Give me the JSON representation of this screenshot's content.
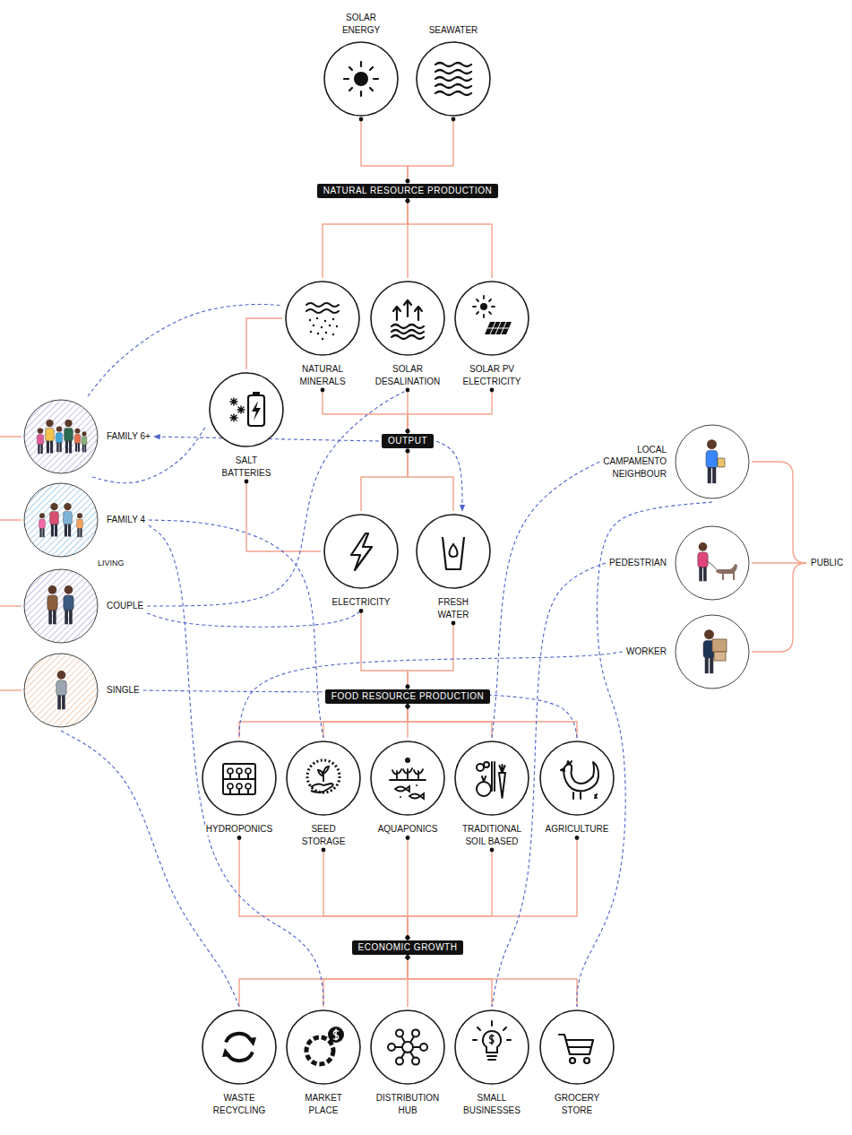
{
  "diagram": {
    "nodes": [
      {
        "text": [
          "SOLAR ENERGY"
        ]
      },
      {
        "text": [
          "SEAWATER"
        ]
      },
      {
        "text": [
          "NATURAL RESOURCE PRODUCTION"
        ]
      },
      {
        "text": [
          "NATURAL MINERALS"
        ]
      },
      {
        "text": [
          "SOLAR DESALINATION"
        ]
      },
      {
        "text": [
          "SOLAR PV ELECTRICITY"
        ]
      },
      {
        "text": [
          "FAMILY 6+"
        ]
      },
      {
        "text": [
          "SALT BATTERIES"
        ]
      },
      {
        "text": [
          "OUTPUT"
        ]
      },
      {
        "text": [
          "LOCAL CAMPAMENTO NEIGHBOUR"
        ]
      },
      {
        "text": [
          "FAMILY 4"
        ]
      },
      {
        "text": [
          "ELECTRICITY"
        ]
      },
      {
        "text": [
          "FRESH WATER"
        ]
      },
      {
        "text": [
          "PEDESTRIAN"
        ]
      },
      {
        "text": [
          "COUPLE"
        ]
      },
      {
        "text": [
          "WORKER"
        ]
      },
      {
        "text": [
          "SINGLE"
        ]
      },
      {
        "text": [
          "FOOD RESOURCE PRODUCTION"
        ]
      },
      {
        "text": [
          "HYDROPONICS"
        ]
      },
      {
        "text": [
          "SEED STORAGE"
        ]
      },
      {
        "text": [
          "AQUAPONICS"
        ]
      },
      {
        "text": [
          "TRADITIONAL SOIL BASED"
        ]
      },
      {
        "text": [
          "AGRICULTURE"
        ]
      },
      {
        "text": [
          "ECONOMIC GROWTH"
        ]
      },
      {
        "text": [
          "WASTE RECYCLING"
        ]
      },
      {
        "text": [
          "MARKET PLACE"
        ]
      },
      {
        "text": [
          "DISTRIBUTION HUB"
        ]
      },
      {
        "text": [
          "SMALL BUSINESSES"
        ]
      },
      {
        "text": [
          "GROCERY STORE"
        ]
      }
    ],
    "edges": [
      {
        "from": 0,
        "to": 2,
        "arrow": "none"
      },
      {
        "from": 1,
        "to": 2,
        "arrow": "none"
      },
      {
        "from": 2,
        "to": 3,
        "arrow": "none"
      },
      {
        "from": 2,
        "to": 4,
        "arrow": "none"
      },
      {
        "from": 2,
        "to": 5,
        "arrow": "none"
      },
      {
        "from": 3,
        "to": 8,
        "arrow": "none"
      },
      {
        "from": 4,
        "to": 8,
        "arrow": "none"
      },
      {
        "from": 5,
        "to": 8,
        "arrow": "none"
      },
      {
        "from": 3,
        "to": 7,
        "arrow": "none"
      },
      {
        "from": 7,
        "to": 11,
        "arrow": "none"
      },
      {
        "from": 8,
        "to": 11,
        "arrow": "none"
      },
      {
        "from": 8,
        "to": 12,
        "arrow": "none"
      },
      {
        "from": 11,
        "to": 17,
        "arrow": "none"
      },
      {
        "from": 12,
        "to": 17,
        "arrow": "none"
      },
      {
        "from": 17,
        "to": 18,
        "arrow": "none"
      },
      {
        "from": 17,
        "to": 19,
        "arrow": "none"
      },
      {
        "from": 17,
        "to": 20,
        "arrow": "none"
      },
      {
        "from": 17,
        "to": 21,
        "arrow": "none"
      },
      {
        "from": 17,
        "to": 22,
        "arrow": "none"
      },
      {
        "from": 18,
        "to": 23,
        "arrow": "none"
      },
      {
        "from": 19,
        "to": 23,
        "arrow": "none"
      },
      {
        "from": 20,
        "to": 23,
        "arrow": "none"
      },
      {
        "from": 21,
        "to": 23,
        "arrow": "none"
      },
      {
        "from": 22,
        "to": 23,
        "arrow": "none"
      },
      {
        "from": 23,
        "to": 24,
        "arrow": "none"
      },
      {
        "from": 23,
        "to": 25,
        "arrow": "none"
      },
      {
        "from": 23,
        "to": 26,
        "arrow": "none"
      },
      {
        "from": 23,
        "to": 27,
        "arrow": "none"
      },
      {
        "from": 23,
        "to": 28,
        "arrow": "none"
      },
      {
        "from": 8,
        "to": 6,
        "arrow": "to"
      },
      {
        "from": 8,
        "to": 12,
        "arrow": "to"
      },
      {
        "from": 6,
        "to": 3,
        "arrow": "none"
      },
      {
        "from": 6,
        "to": 7,
        "arrow": "none"
      },
      {
        "from": 14,
        "to": 4,
        "arrow": "none"
      },
      {
        "from": 14,
        "to": 11,
        "arrow": "none"
      },
      {
        "from": 10,
        "to": 19,
        "arrow": "none"
      },
      {
        "from": 10,
        "to": 25,
        "arrow": "none"
      },
      {
        "from": 16,
        "to": 22,
        "arrow": "none"
      },
      {
        "from": 16,
        "to": 24,
        "arrow": "none"
      },
      {
        "from": 9,
        "to": 21,
        "arrow": "none"
      },
      {
        "from": 9,
        "to": 28,
        "arrow": "none"
      },
      {
        "from": 15,
        "to": 18,
        "arrow": "none"
      },
      {
        "from": 13,
        "to": 27,
        "arrow": "none"
      }
    ],
    "labels": [
      "LIVING",
      "PUBLIC"
    ]
  }
}
